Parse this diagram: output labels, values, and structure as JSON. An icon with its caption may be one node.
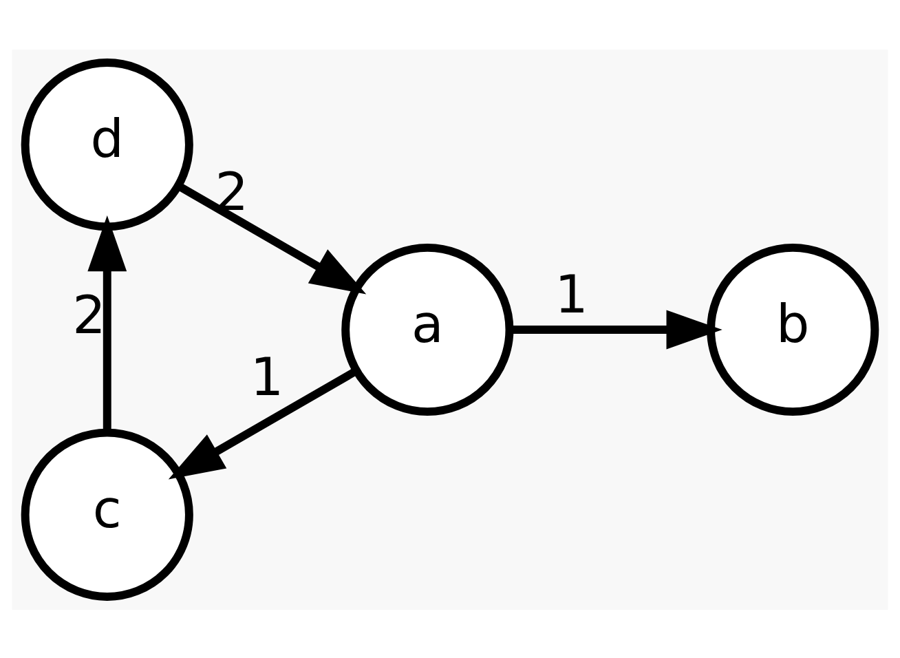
{
  "diagram": {
    "nodes": [
      {
        "text": [
          "a"
        ]
      },
      {
        "text": [
          "b"
        ]
      },
      {
        "text": [
          "c"
        ]
      },
      {
        "text": [
          "d"
        ]
      }
    ],
    "edges": [
      {
        "from": 0,
        "to": 1,
        "arrow": "to",
        "label": "1"
      },
      {
        "from": 0,
        "to": 2,
        "arrow": "to",
        "label": "1"
      },
      {
        "from": 2,
        "to": 3,
        "arrow": "to",
        "label": "2"
      },
      {
        "from": 3,
        "to": 0,
        "arrow": "to",
        "label": "2"
      }
    ]
  }
}
